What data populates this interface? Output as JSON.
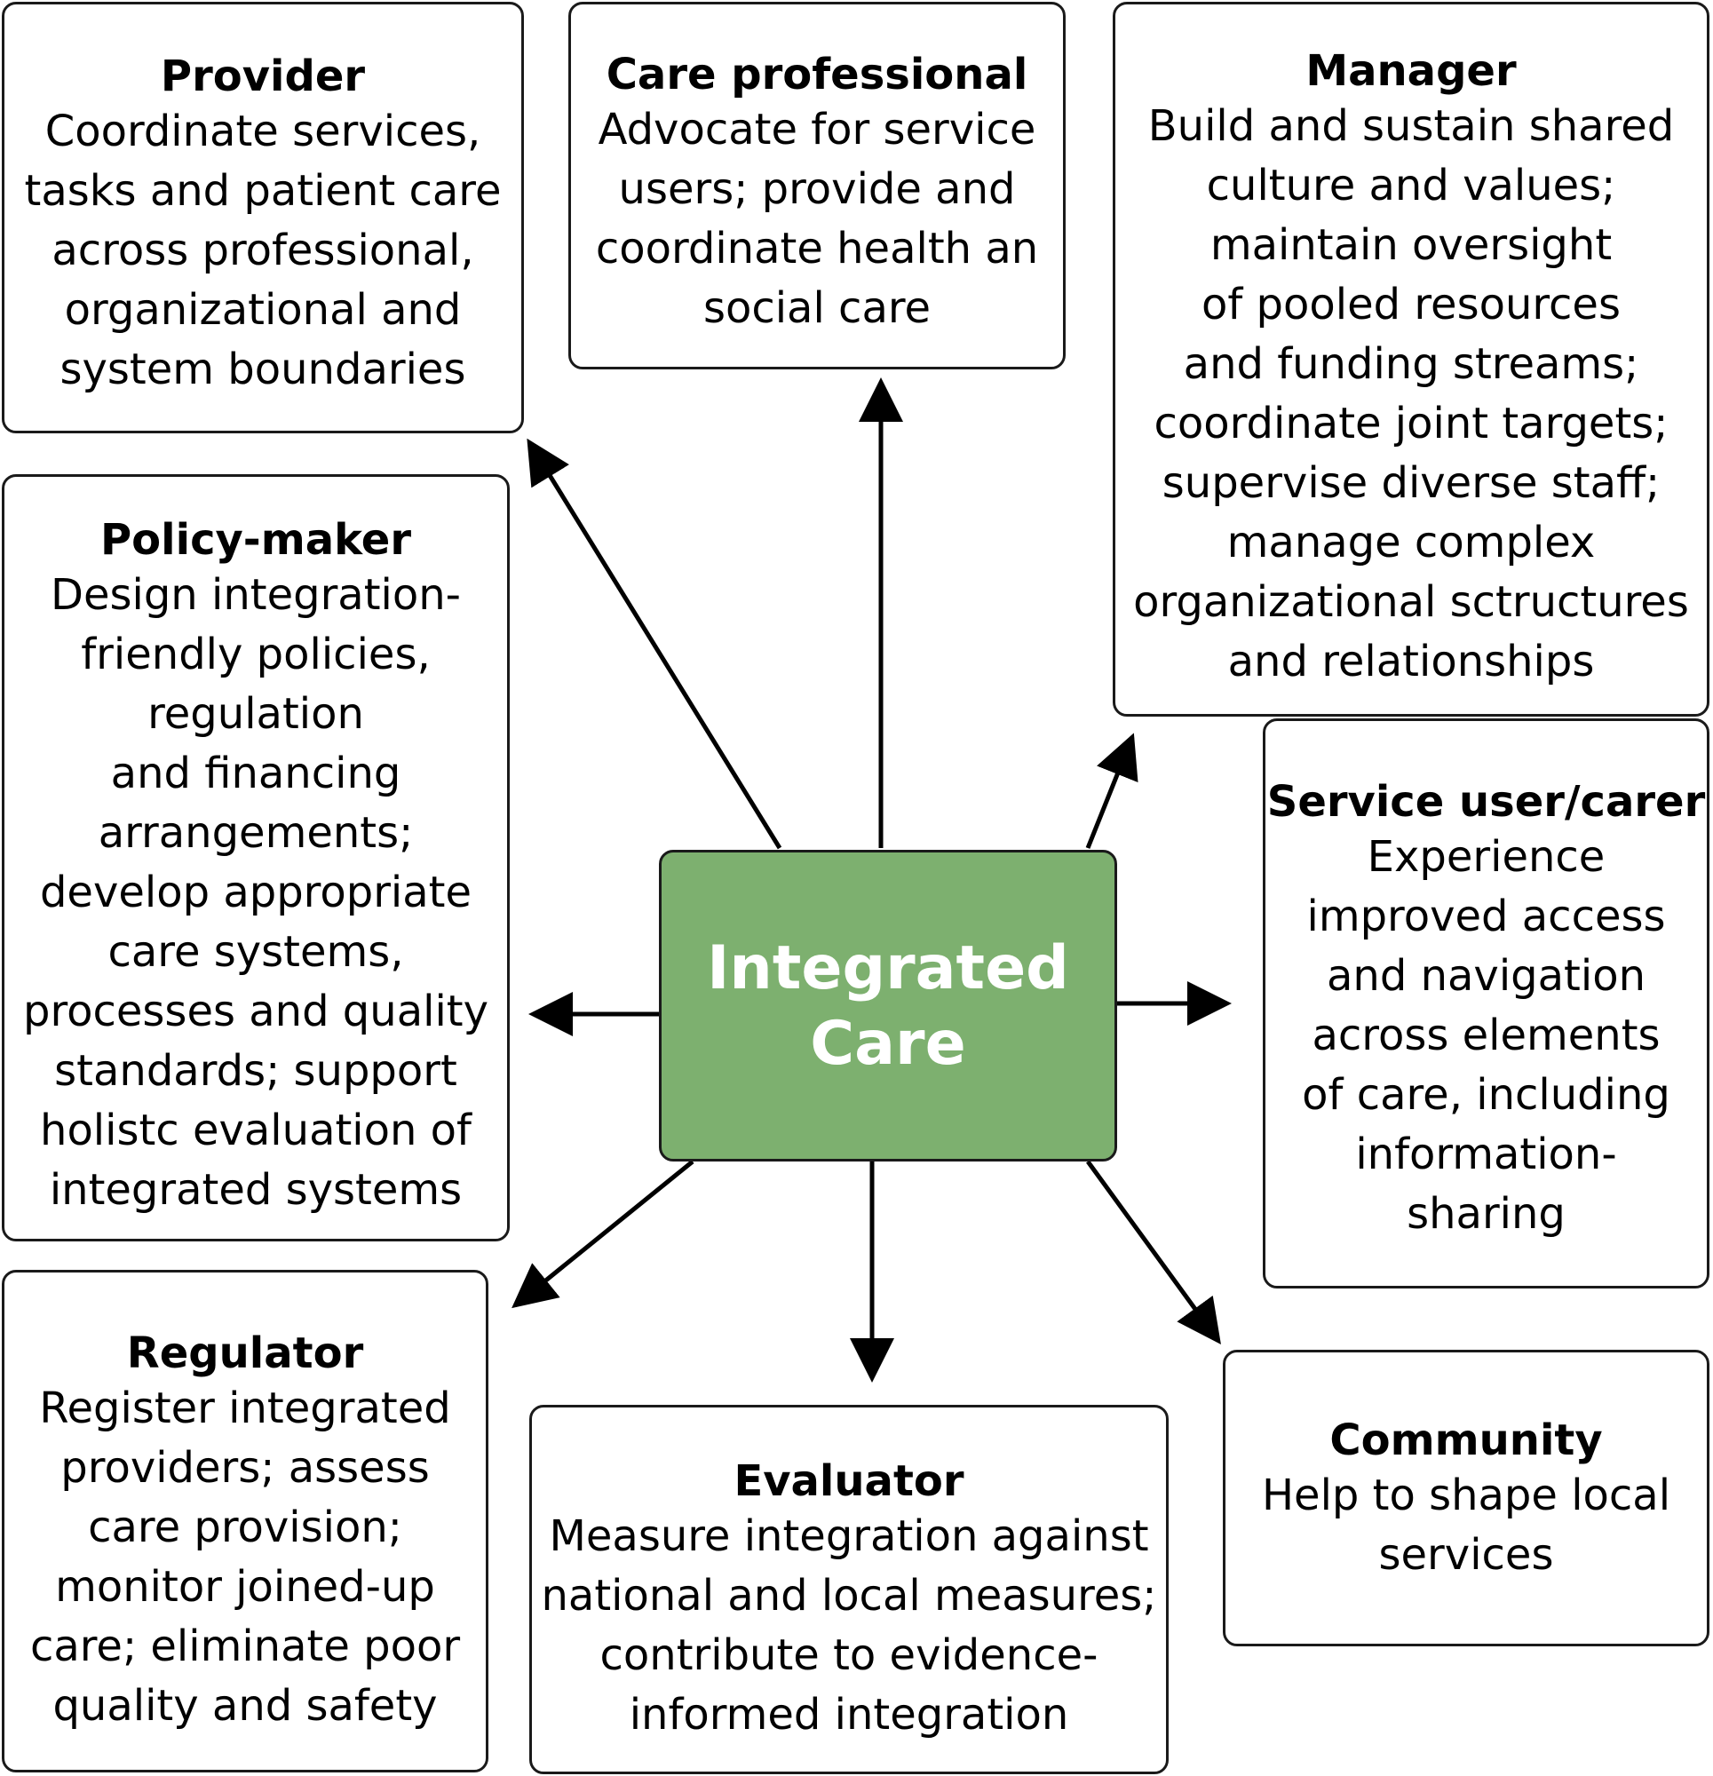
{
  "center": {
    "lines": [
      "Integrated",
      "Care"
    ],
    "fill_color": "#7db06f",
    "text_color": "#ffffff"
  },
  "roles": {
    "provider": {
      "title": "Provider",
      "lines": [
        "Coordinate services,",
        "tasks and patient care",
        "across professional,",
        "organizational and",
        "system boundaries"
      ]
    },
    "care_professional": {
      "title": "Care professional",
      "lines": [
        "Advocate for service",
        "users; provide and",
        "coordinate health an",
        "social care"
      ]
    },
    "manager": {
      "title": "Manager",
      "lines": [
        "Build and sustain shared",
        "culture and values;",
        "maintain oversight",
        "of pooled resources",
        "and funding streams;",
        "coordinate joint targets;",
        "supervise diverse staff;",
        "manage complex",
        "organizational sctructures",
        "and relationships"
      ]
    },
    "policy_maker": {
      "title": "Policy-maker",
      "lines": [
        "Design integration-",
        "friendly policies,",
        "regulation",
        "and financing",
        "arrangements;",
        "develop appropriate",
        "care systems,",
        "processes and quality",
        "standards; support",
        "holistc evaluation of",
        "integrated systems"
      ]
    },
    "service_user": {
      "title": "Service user/carer",
      "lines": [
        "Experience",
        "improved access",
        "and navigation",
        "across elements",
        "of care, including",
        "information-",
        "sharing"
      ]
    },
    "regulator": {
      "title": "Regulator",
      "lines": [
        "Register integrated",
        "providers; assess",
        "care provision;",
        "monitor joined-up",
        "care; eliminate poor",
        "quality and safety"
      ]
    },
    "evaluator": {
      "title": "Evaluator",
      "lines": [
        "Measure integration against",
        "national and local measures;",
        "contribute to evidence-",
        "informed integration"
      ]
    },
    "community": {
      "title": "Community",
      "lines": [
        "Help to shape local",
        "services"
      ]
    }
  }
}
